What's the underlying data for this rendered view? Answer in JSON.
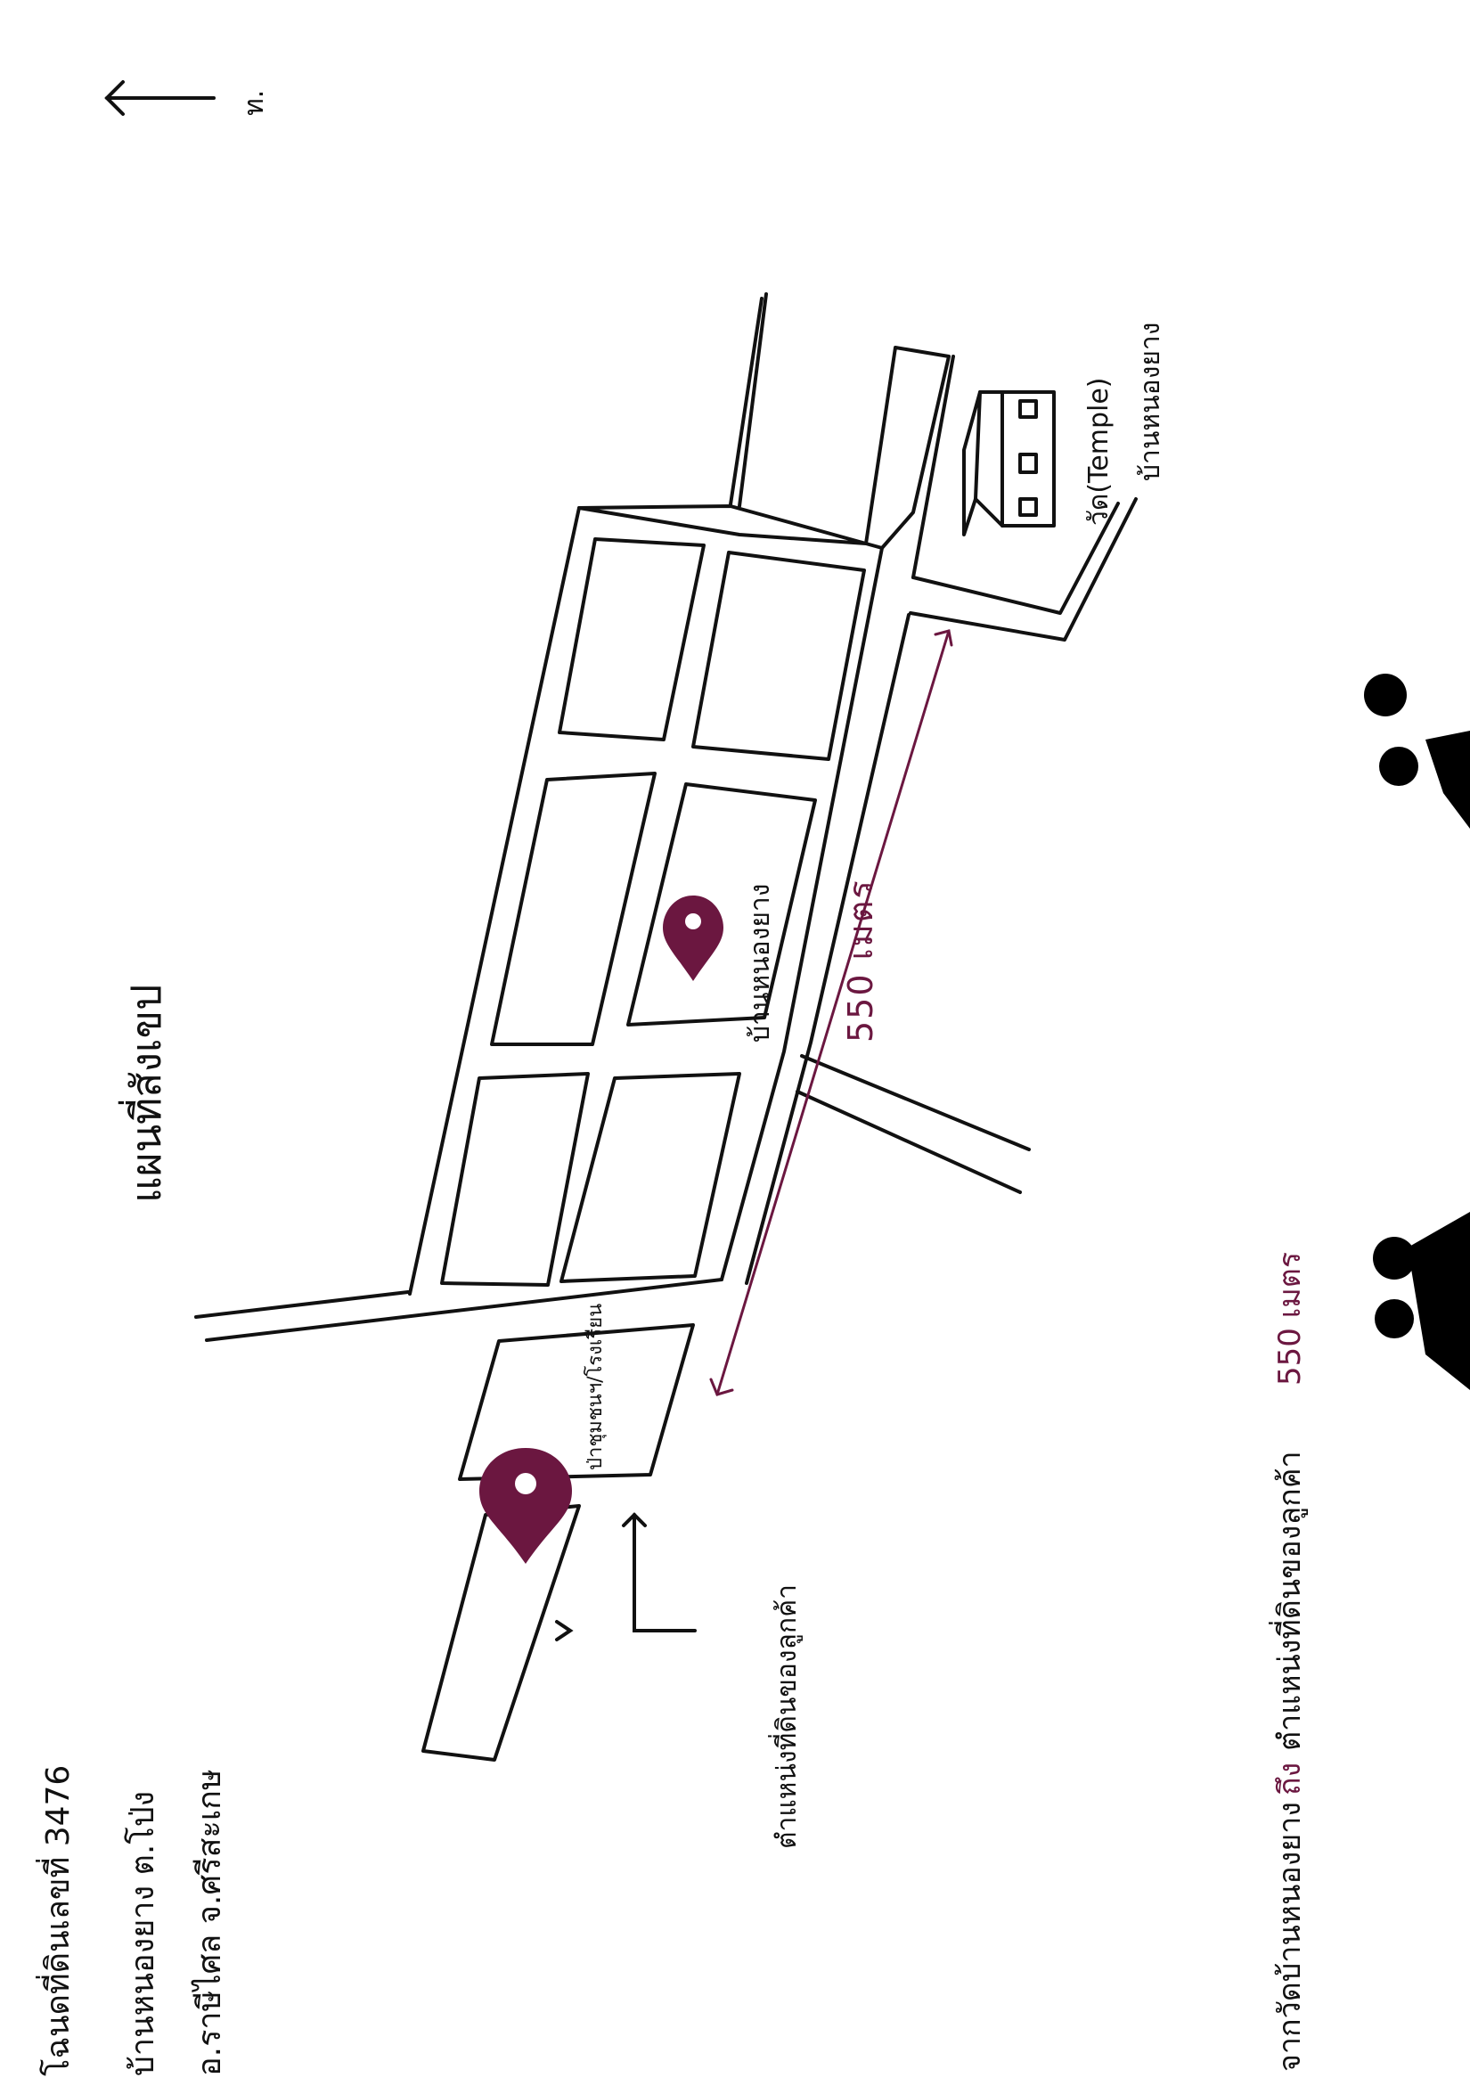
{
  "header": {
    "title": "แผนที่สังเขป",
    "north_mark": "ท."
  },
  "deed": {
    "line1": "โฉนดที่ดินเลขที่ 3476",
    "line2": "บ้านหนองยาง ต.โป่ง",
    "line3": "อ.ราษีไศล จ.ศรีสะเกษ"
  },
  "map": {
    "village_label": "บ้านหนองยาง",
    "temple_label": "วัด(Temple)",
    "temple_sublabel": "บ้านหนองยาง",
    "community_forest_label": "ป่าชุมชนฯ/โรงเรียน",
    "land_position_label": "ตำแหน่งที่ดินของลูกค้า",
    "distance_label": "550 เมตร"
  },
  "footer": {
    "from_text": "จากวัดบ้านหนองยาง",
    "to_word": "ถึง",
    "to_text": "ตำแหน่งที่ดินของลูกค้า",
    "distance": "550 เมตร"
  },
  "colors": {
    "ink": "#111111",
    "marker": "#6b1740",
    "background": "#ffffff"
  }
}
